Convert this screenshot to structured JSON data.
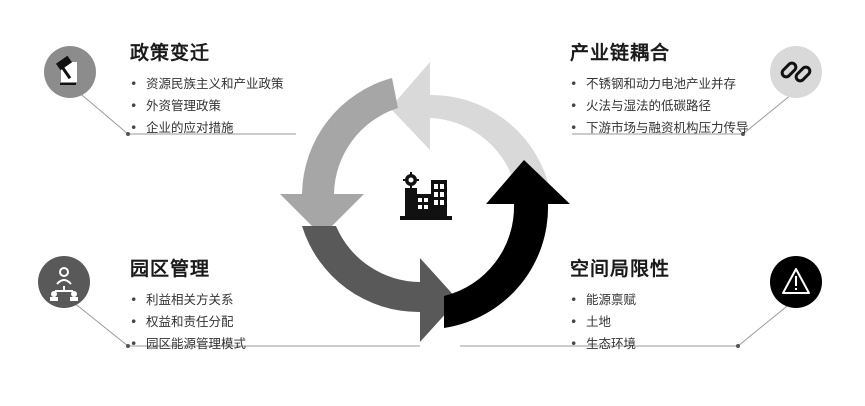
{
  "blocks": {
    "top_left": {
      "title": "政策变迁",
      "items": [
        "资源民族主义和产业政策",
        "外资管理政策",
        "企业的应对措施"
      ],
      "icon": "gavel-icon"
    },
    "top_right": {
      "title": "产业链耦合",
      "items": [
        "不锈钢和动力电池产业并存",
        "火法与湿法的低碳路径",
        "下游市场与融资机构压力传导"
      ],
      "icon": "chain-link-icon"
    },
    "bottom_left": {
      "title": "园区管理",
      "items": [
        "利益相关方关系",
        "权益和责任分配",
        "园区能源管理模式"
      ],
      "icon": "people-network-icon"
    },
    "bottom_right": {
      "title": "空间局限性",
      "items": [
        "能源禀赋",
        "土地",
        "生态环境"
      ],
      "icon": "warning-icon"
    }
  },
  "center": {
    "icon": "factory-icon"
  },
  "colors": {
    "arrow_top_right": "#d9d9d9",
    "arrow_top_left": "#a6a6a6",
    "arrow_bottom_left": "#595959",
    "arrow_bottom_right": "#000000",
    "circle_top_left": "#8c8c8c",
    "circle_top_right": "#d9d9d9",
    "circle_bottom_left": "#595959",
    "circle_bottom_right": "#000000"
  }
}
